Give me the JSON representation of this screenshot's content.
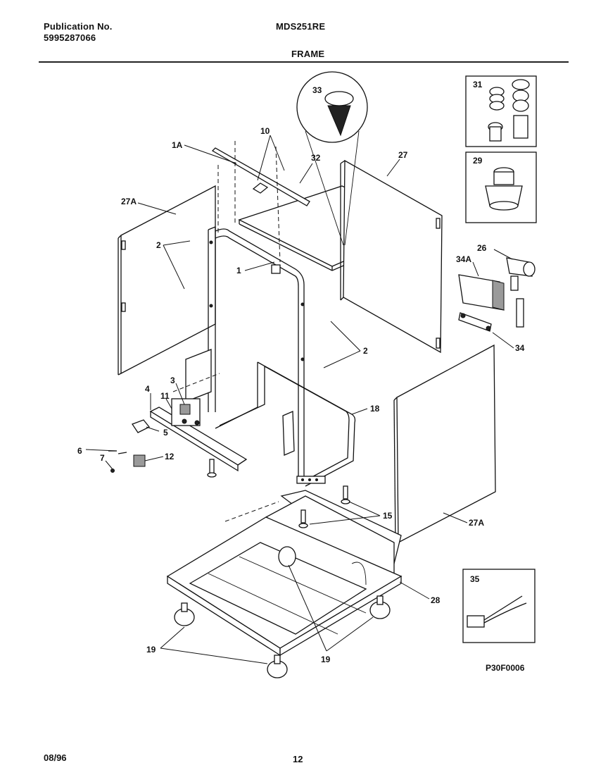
{
  "header": {
    "publication_label": "Publication No.",
    "publication_number": "5995287066",
    "model": "MDS251RE",
    "section_title": "FRAME"
  },
  "footer": {
    "date": "08/96",
    "page_number": "12"
  },
  "diagram_code": "P30F0006",
  "part_labels": {
    "p1A": "1A",
    "p10": "10",
    "p33": "33",
    "p32": "32",
    "p27": "27",
    "p27A_left": "27A",
    "p2_left": "2",
    "p1": "1",
    "p2_right": "2",
    "p31": "31",
    "p29": "29",
    "p26": "26",
    "p34A": "34A",
    "p34": "34",
    "p3": "3",
    "p4": "4",
    "p11": "11",
    "p5": "5",
    "p6": "6",
    "p7": "7",
    "p12": "12",
    "p18": "18",
    "p15": "15",
    "p27A_right": "27A",
    "p28": "28",
    "p35": "35",
    "p19_left": "19",
    "p19_right": "19"
  }
}
